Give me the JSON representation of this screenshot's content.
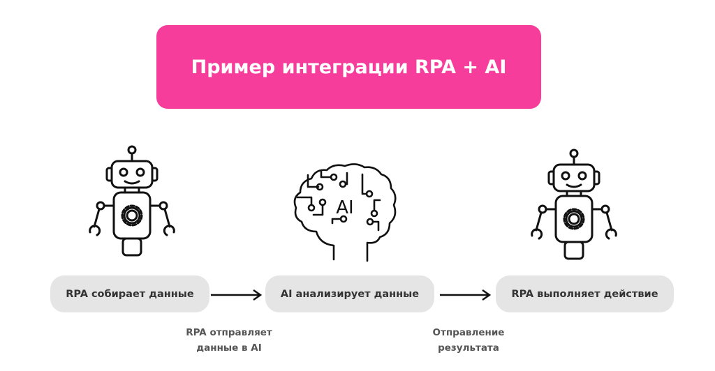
{
  "title": "Пример интеграции RPA + AI",
  "accent_color": "#f73d9c",
  "steps": [
    {
      "label": "RPA собирает данные",
      "icon": "robot-icon"
    },
    {
      "label": "AI анализирует данные",
      "icon": "brain-ai-icon",
      "icon_text": "AI"
    },
    {
      "label": "RPA выполняет действие",
      "icon": "robot-icon"
    }
  ],
  "transitions": [
    {
      "line1": "RPA отправляет",
      "line2": "данные в AI"
    },
    {
      "line1": "Отправление",
      "line2": "результата"
    }
  ]
}
